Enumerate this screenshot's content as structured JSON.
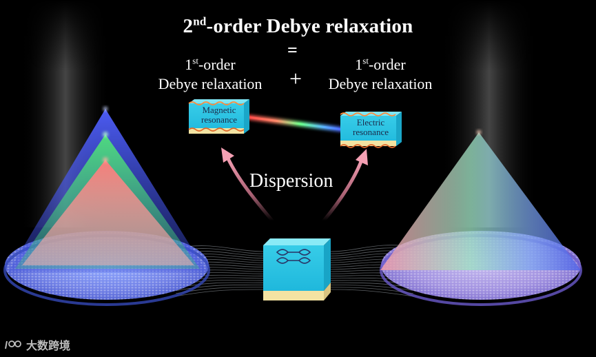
{
  "title": {
    "main": "2",
    "sup": "nd",
    "rest": "-order Debye relaxation"
  },
  "equals_sign": "=",
  "plus_sign": "+",
  "term_left": {
    "num": "1",
    "sup": "st",
    "line1_rest": "-order",
    "line2": "Debye relaxation"
  },
  "term_right": {
    "num": "1",
    "sup": "st",
    "line1_rest": "-order",
    "line2": "Debye relaxation"
  },
  "magnetic_box": {
    "line1": "Magnetic",
    "line2": "resonance"
  },
  "electric_box": {
    "line1": "Electric",
    "line2": "resonance"
  },
  "dispersion_label": "Dispersion",
  "watermark": {
    "text": "大数跨境",
    "icon": "logo-icon"
  },
  "colors": {
    "background": "#000000",
    "cone_red": "#ff8a8a",
    "cone_green": "#6ddc8a",
    "cone_blue": "#5a6cff",
    "metasurface_top": "#2fd6ee",
    "metasurface_base": "#f3e3a2",
    "arrow_pink": "#f08aa4"
  }
}
